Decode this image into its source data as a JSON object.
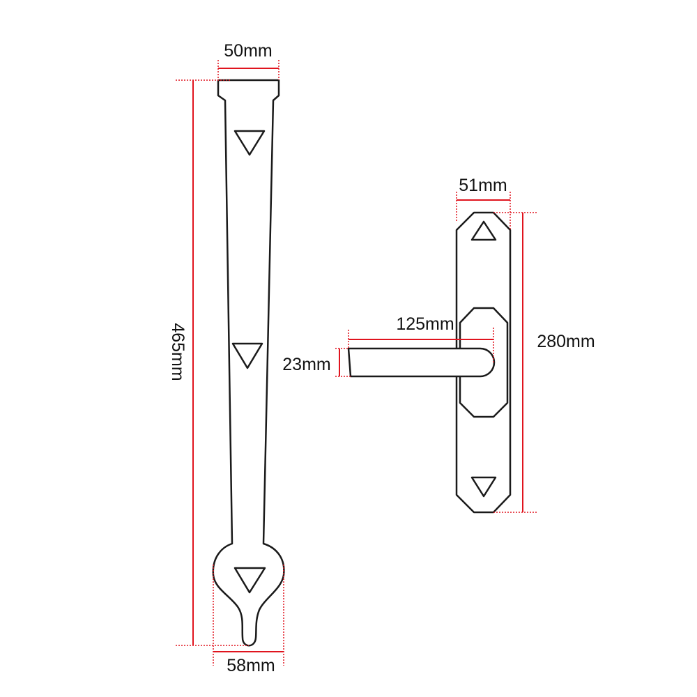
{
  "colors": {
    "outline": "#1a1a1a",
    "dimension": "#e0141e",
    "background": "#ffffff"
  },
  "strap_hinge": {
    "width_top_label": "50mm",
    "length_label": "465mm",
    "width_bottom_label": "58mm"
  },
  "handle": {
    "plate_width_label": "51mm",
    "plate_height_label": "280mm",
    "lever_length_label": "125mm",
    "lever_height_label": "23mm"
  }
}
